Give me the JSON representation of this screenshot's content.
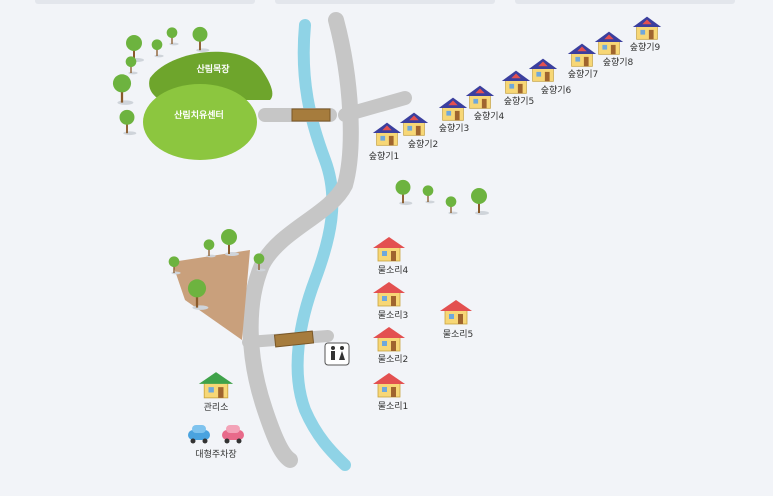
{
  "zones": {
    "pasture": "산림목장",
    "healing_center": "산림치유센터"
  },
  "cabins_blue": [
    "숲향기1",
    "숲향기2",
    "숲향기3",
    "숲향기4",
    "숲향기5",
    "숲향기6",
    "숲향기7",
    "숲향기8",
    "숲향기9"
  ],
  "cabins_red": [
    "물소리1",
    "물소리2",
    "물소리3",
    "물소리4",
    "물소리5"
  ],
  "office": "관리소",
  "parking": "대형주차장",
  "restroom_icon": "restroom-icon",
  "colors": {
    "river": "#8fd3e6",
    "road": "#c6c6c6",
    "grass": "#8cc63f",
    "grass_dark": "#6ea52c",
    "bridge": "#a67c3d",
    "plaza": "#c9a07c",
    "roof_blue": "#3b3f9e",
    "roof_red": "#e35050",
    "roof_green": "#3fa24a",
    "wall": "#f7d776"
  }
}
